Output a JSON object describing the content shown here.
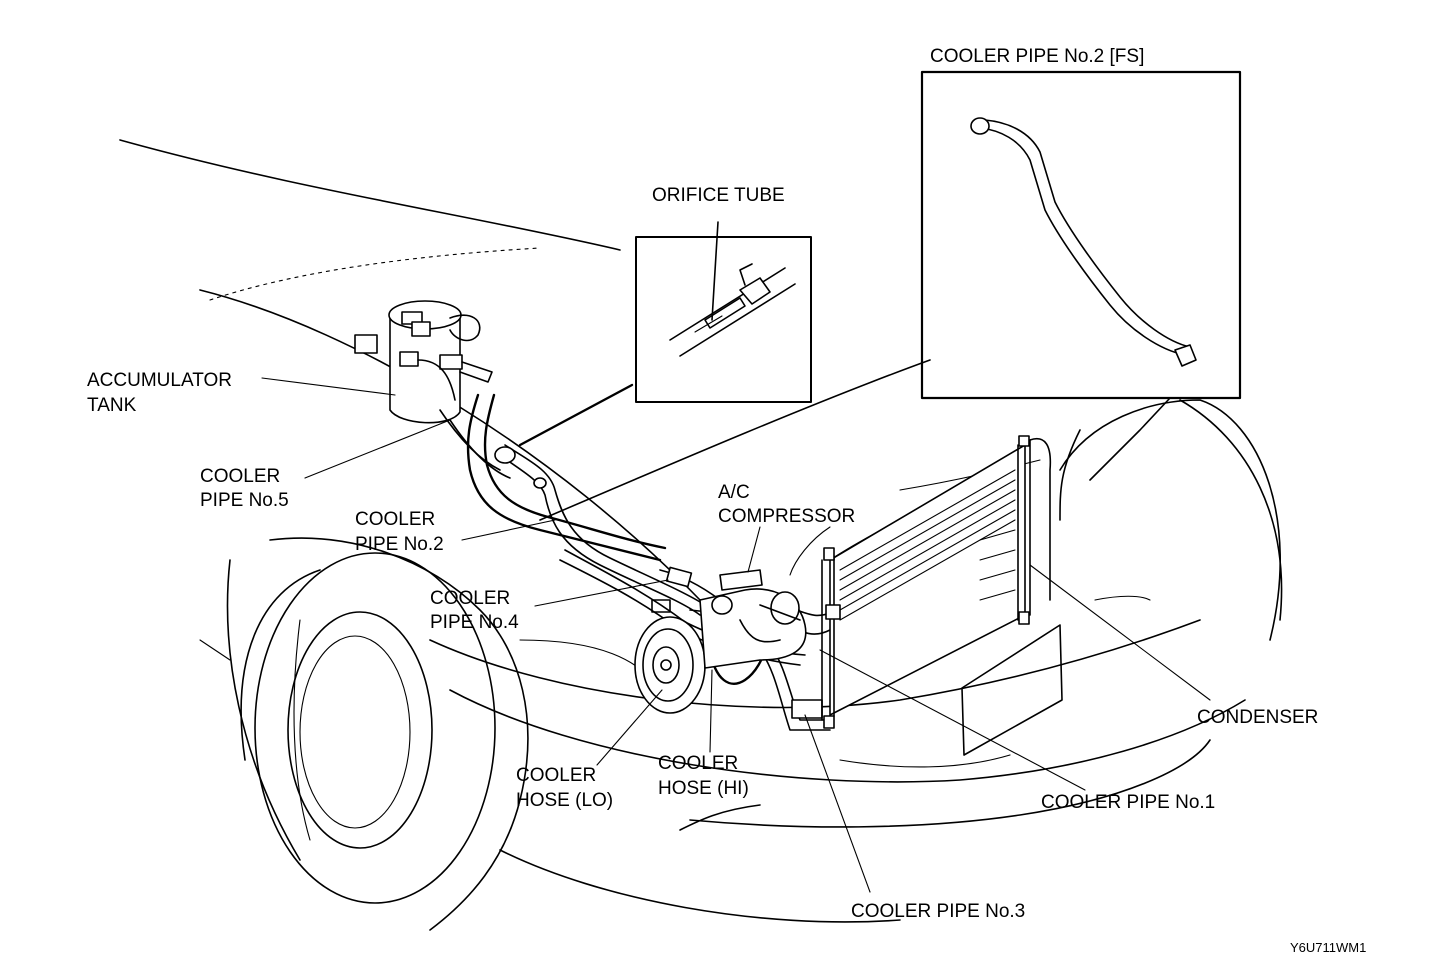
{
  "labels": {
    "fs_inset_title": "COOLER PIPE No.2 [FS]",
    "orifice_tube": "ORIFICE TUBE",
    "accumulator_line1": "ACCUMULATOR",
    "accumulator_line2": "TANK",
    "pipe5_line1": "COOLER",
    "pipe5_line2": "PIPE No.5",
    "pipe2_line1": "COOLER",
    "pipe2_line2": "PIPE No.2",
    "pipe4_line1": "COOLER",
    "pipe4_line2": "PIPE No.4",
    "compressor_line1": "A/C",
    "compressor_line2": "COMPRESSOR",
    "hose_lo_line1": "COOLER",
    "hose_lo_line2": "HOSE (LO)",
    "hose_hi_line1": "COOLER",
    "hose_hi_line2": "HOSE (HI)",
    "condenser": "CONDENSER",
    "pipe1": "COOLER PIPE No.1",
    "pipe3": "COOLER PIPE No.3",
    "figure_code": "Y6U711WM1"
  }
}
